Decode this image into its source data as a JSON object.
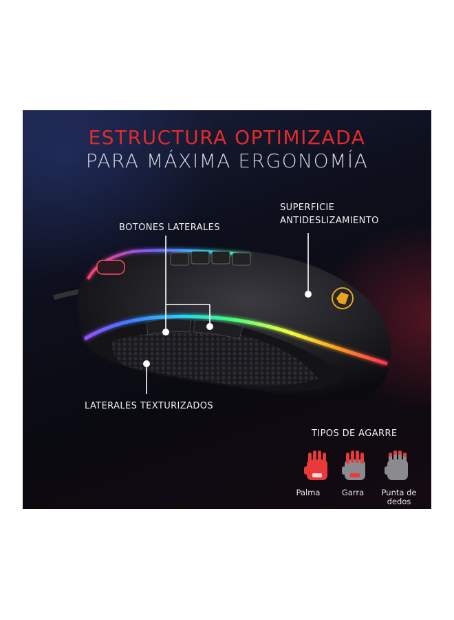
{
  "headline": {
    "line1": "ESTRUCTURA OPTIMIZADA",
    "line2": "PARA MÁXIMA ERGONOMÍA"
  },
  "callouts": {
    "side_buttons": "BOTONES LATERALES",
    "surface_line1": "SUPERFICIE",
    "surface_line2": "ANTIDESLIZAMIENTO",
    "textured_sides": "LATERALES TEXTURIZADOS"
  },
  "grip": {
    "title": "TIPOS DE AGARRE",
    "types": [
      {
        "label": "Palma",
        "icon": "palm-grip-hand-icon"
      },
      {
        "label": "Garra",
        "icon": "claw-grip-hand-icon"
      },
      {
        "label": "Punta de dedos",
        "icon": "fingertip-grip-hand-icon"
      }
    ]
  },
  "colors": {
    "accent_red": "#e32b2b",
    "background": "#0c0d18",
    "text": "#f1f1f1"
  }
}
